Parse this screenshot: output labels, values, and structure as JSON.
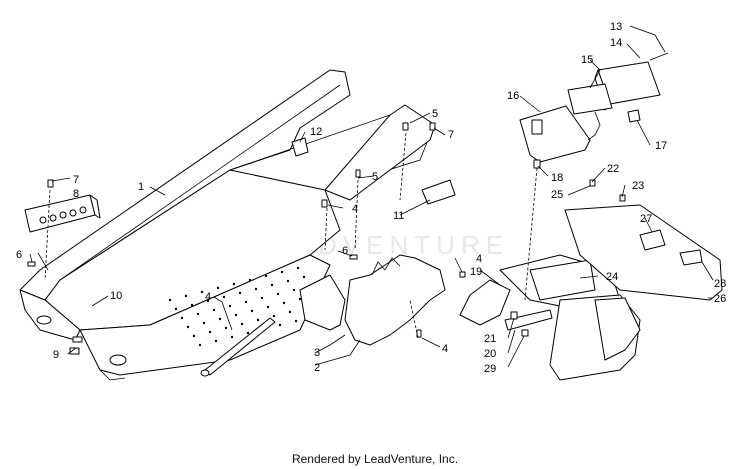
{
  "callouts": [
    "1",
    "2",
    "3",
    "4",
    "4",
    "4",
    "4",
    "5",
    "5",
    "6",
    "6",
    "7",
    "7",
    "8",
    "9",
    "10",
    "11",
    "12",
    "13",
    "14",
    "15",
    "16",
    "17",
    "18",
    "19",
    "20",
    "21",
    "22",
    "23",
    "24",
    "25",
    "26",
    "27",
    "28",
    "29"
  ],
  "footer": {
    "text": "Rendered by LeadVenture, Inc."
  },
  "watermark": {
    "text": "LEADVENTURE"
  }
}
